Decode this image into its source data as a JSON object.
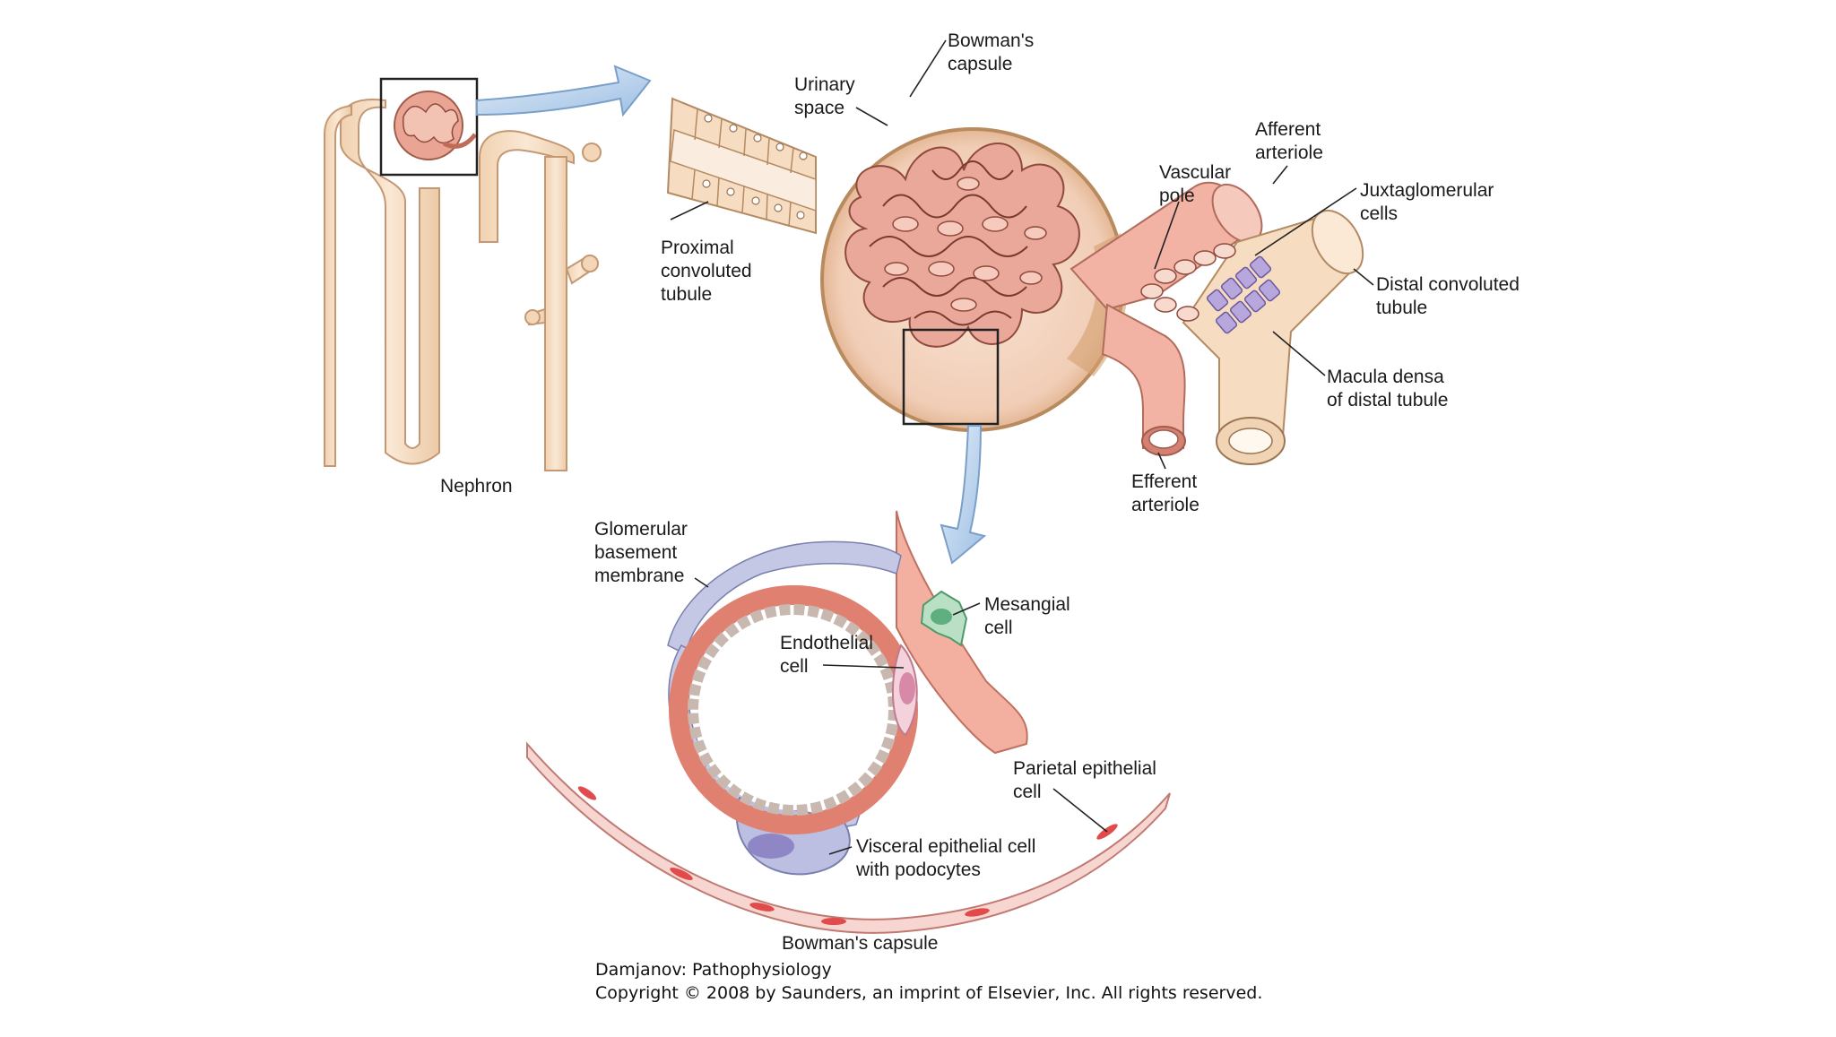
{
  "labels": {
    "bowmans_capsule_top": [
      "Bowman's",
      "capsule"
    ],
    "urinary_space": [
      "Urinary",
      "space"
    ],
    "afferent_arteriole": [
      "Afferent",
      "arteriole"
    ],
    "vascular_pole": [
      "Vascular",
      "pole"
    ],
    "juxtaglomerular_cells": [
      "Juxtaglomerular",
      "cells"
    ],
    "proximal_tubule": [
      "Proximal",
      "convoluted",
      "tubule"
    ],
    "distal_tubule": [
      "Distal convoluted",
      "tubule"
    ],
    "macula_densa": [
      "Macula densa",
      "of distal tubule"
    ],
    "efferent_arteriole": [
      "Efferent",
      "arteriole"
    ],
    "nephron": [
      "Nephron"
    ],
    "gbm": [
      "Glomerular",
      "basement",
      "membrane"
    ],
    "mesangial_cell": [
      "Mesangial",
      "cell"
    ],
    "endothelial_cell": [
      "Endothelial",
      "cell"
    ],
    "parietal_cell": [
      "Parietal epithelial",
      "cell"
    ],
    "visceral_cell": [
      "Visceral epithelial cell",
      "with podocytes"
    ],
    "bowmans_capsule_bottom": [
      "Bowman's capsule"
    ]
  },
  "credit": {
    "source": "Damjanov: Pathophysiology",
    "copyright": "Copyright © 2008 by Saunders, an imprint of Elsevier, Inc. All rights reserved."
  },
  "colors": {
    "tubule_fill": "#f6dcc0",
    "tubule_stroke": "#c49873",
    "glomerulus_fill": "#e9a89a",
    "capsule_fill": "#f4d3bf",
    "capsule_edge": "#b98a5e",
    "vessel_fill": "#f2b3a5",
    "wall_red": "#e08070",
    "podocyte": "#c4c8e4",
    "macula": "#b7a7dc",
    "mesangial": "#5fae7f",
    "arrow_blue": "#bcd3ec",
    "line": "#222222"
  }
}
